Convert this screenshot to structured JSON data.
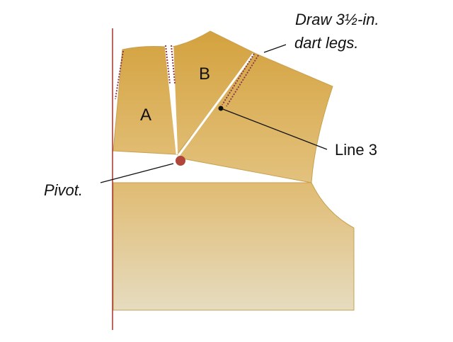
{
  "labels": {
    "piece_a": "A",
    "piece_b": "B",
    "instruction_line1": "Draw 3½-in.",
    "instruction_line2": "dart legs.",
    "line3": "Line 3",
    "pivot": "Pivot."
  },
  "colors": {
    "background": "#ffffff",
    "upper_piece_top": "#d4a23e",
    "upper_piece_bottom": "#e3c27e",
    "lower_piece_top": "#e0bb72",
    "lower_piece_bottom": "#e6dcc0",
    "piece_edge": "#c9a050",
    "center_front_line": "#a8322a",
    "dashed_dart_leg": "#8b3a4a",
    "pivot_point": "#b0453a",
    "leader_line": "#111111"
  }
}
